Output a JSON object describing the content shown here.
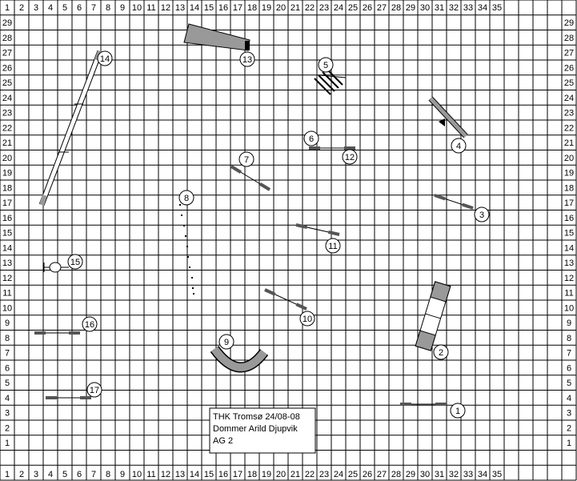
{
  "grid": {
    "cols": [
      "1",
      "2",
      "3",
      "4",
      "5",
      "6",
      "7",
      "8",
      "9",
      "10",
      "11",
      "12",
      "13",
      "14",
      "15",
      "16",
      "17",
      "18",
      "19",
      "20",
      "21",
      "22",
      "23",
      "24",
      "25",
      "26",
      "27",
      "28",
      "29",
      "30",
      "31",
      "32",
      "33",
      "34",
      "35"
    ],
    "rows": [
      "29",
      "28",
      "27",
      "26",
      "25",
      "24",
      "23",
      "22",
      "21",
      "20",
      "19",
      "18",
      "17",
      "16",
      "15",
      "14",
      "13",
      "12",
      "11",
      "10",
      "9",
      "8",
      "7",
      "6",
      "5",
      "4",
      "3",
      "2",
      "1"
    ]
  },
  "obstacles": [
    {
      "id": "o1",
      "number": "1",
      "type": "hurdle",
      "col": 27.5,
      "row": 5.1
    },
    {
      "id": "o2",
      "number": "2",
      "type": "tyre",
      "col": 28.5,
      "row": 10.5
    },
    {
      "id": "o3",
      "number": "3",
      "type": "hurdle",
      "col": 29,
      "row": 18.1
    },
    {
      "id": "o4",
      "number": "4",
      "type": "seesaw",
      "col": 29,
      "row": 24
    },
    {
      "id": "o5",
      "number": "5",
      "type": "jump",
      "col": 22.2,
      "row": 26.3
    },
    {
      "id": "o6",
      "number": "6",
      "type": "hurdle",
      "col": 21,
      "row": 21.8
    },
    {
      "id": "o7",
      "number": "7",
      "type": "hurdle",
      "col": 16.8,
      "row": 20.3
    },
    {
      "id": "o8",
      "number": "8",
      "type": "weave",
      "col": 13,
      "row": 18
    },
    {
      "id": "o9",
      "number": "9",
      "type": "curved-tunnel",
      "col": 15.5,
      "row": 8.9
    },
    {
      "id": "o10",
      "number": "10",
      "type": "hurdle",
      "col": 19.2,
      "row": 11.9
    },
    {
      "id": "o11",
      "number": "11",
      "type": "hurdle",
      "col": 21.5,
      "row": 16.5
    },
    {
      "id": "o12",
      "number": "12",
      "type": "hurdle",
      "col": 22.5,
      "row": 22.2
    },
    {
      "id": "o13",
      "number": "13",
      "type": "chute",
      "col": 15.3,
      "row": 28.5
    },
    {
      "id": "o14",
      "number": "14",
      "type": "dogwalk",
      "col": 4.9,
      "row": 22.8
    },
    {
      "id": "o15",
      "number": "15",
      "type": "table",
      "col": 4,
      "row": 14
    },
    {
      "id": "o16",
      "number": "16",
      "type": "hurdle",
      "col": 4.5,
      "row": 9.8
    },
    {
      "id": "o17",
      "number": "17",
      "type": "hurdle",
      "col": 5,
      "row": 5.6
    }
  ],
  "info": {
    "line1": "THK  Tromsø 24/08-08",
    "line2": "Dommer Arild Djupvik",
    "line3": "AG 2"
  }
}
